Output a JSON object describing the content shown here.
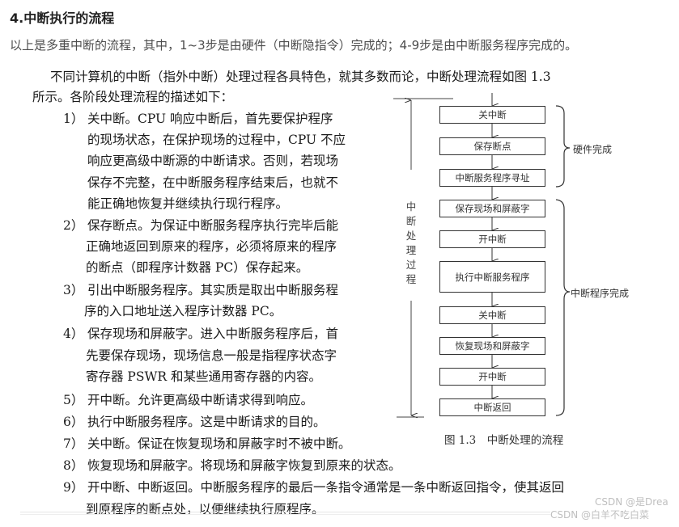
{
  "heading": "4.中断执行的流程",
  "intro": "以上是多重中断的流程，其中，1~3步是由硬件（中断隐指令）完成的；4-9步是由中断服务程序完成的。",
  "book": {
    "para_line1": "不同计算机的中断（指外中断）处理过程各具特色，就其多数而论，中断处理流程如图 1.3",
    "para_line2": "所示。各阶段处理流程的描述如下：",
    "items": [
      {
        "num": "1）",
        "lines": [
          "关中断。CPU 响应中断后，首先要保护程序",
          "的现场状态，在保护现场的过程中，CPU 不应",
          "响应更高级中断源的中断请求。否则，若现场",
          "保存不完整，在中断服务程序结束后，也就不",
          "能正确地恢复并继续执行现行程序。"
        ]
      },
      {
        "num": "2）",
        "lines": [
          "保存断点。为保证中断服务程序执行完毕后能",
          "正确地返回到原来的程序，必须将原来的程序",
          "的断点（即程序计数器 PC）保存起来。"
        ]
      },
      {
        "num": "3）",
        "lines": [
          "引出中断服务程序。其实质是取出中断服务程",
          "序的入口地址送入程序计数器 PC。"
        ]
      },
      {
        "num": "4）",
        "lines": [
          "保存现场和屏蔽字。进入中断服务程序后，首",
          "先要保存现场，现场信息一般是指程序状态字",
          "寄存器 PSWR 和某些通用寄存器的内容。"
        ]
      },
      {
        "num": "5）",
        "lines": [
          "开中断。允许更高级中断请求得到响应。"
        ]
      },
      {
        "num": "6）",
        "lines": [
          "执行中断服务程序。这是中断请求的目的。"
        ]
      },
      {
        "num": "7）",
        "lines": [
          "关中断。保证在恢复现场和屏蔽字时不被中断。"
        ]
      },
      {
        "num": "8）",
        "lines": [
          "恢复现场和屏蔽字。将现场和屏蔽字恢复到原来的状态。"
        ]
      },
      {
        "num": "9）",
        "lines": [
          "开中断、中断返回。中断服务程序的最后一条指令通常是一条中断返回指令，使其返回",
          "到原程序的断点处，以便继续执行原程序。"
        ]
      }
    ]
  },
  "flowchart": {
    "steps": [
      "关中断",
      "保存断点",
      "中断服务程序寻址",
      "保存现场和屏蔽字",
      "开中断",
      "执行中断服务程序",
      "关中断",
      "恢复现场和屏蔽字",
      "开中断",
      "中断返回"
    ],
    "brace_hardware": "硬件完成",
    "brace_program": "中断程序完成",
    "side_label": "中断处理过程",
    "caption": "图 1.3　中断处理的流程"
  },
  "watermark": {
    "line1": "CSDN @是Drea",
    "line2": "CSDN @白羊不吃白菜"
  }
}
